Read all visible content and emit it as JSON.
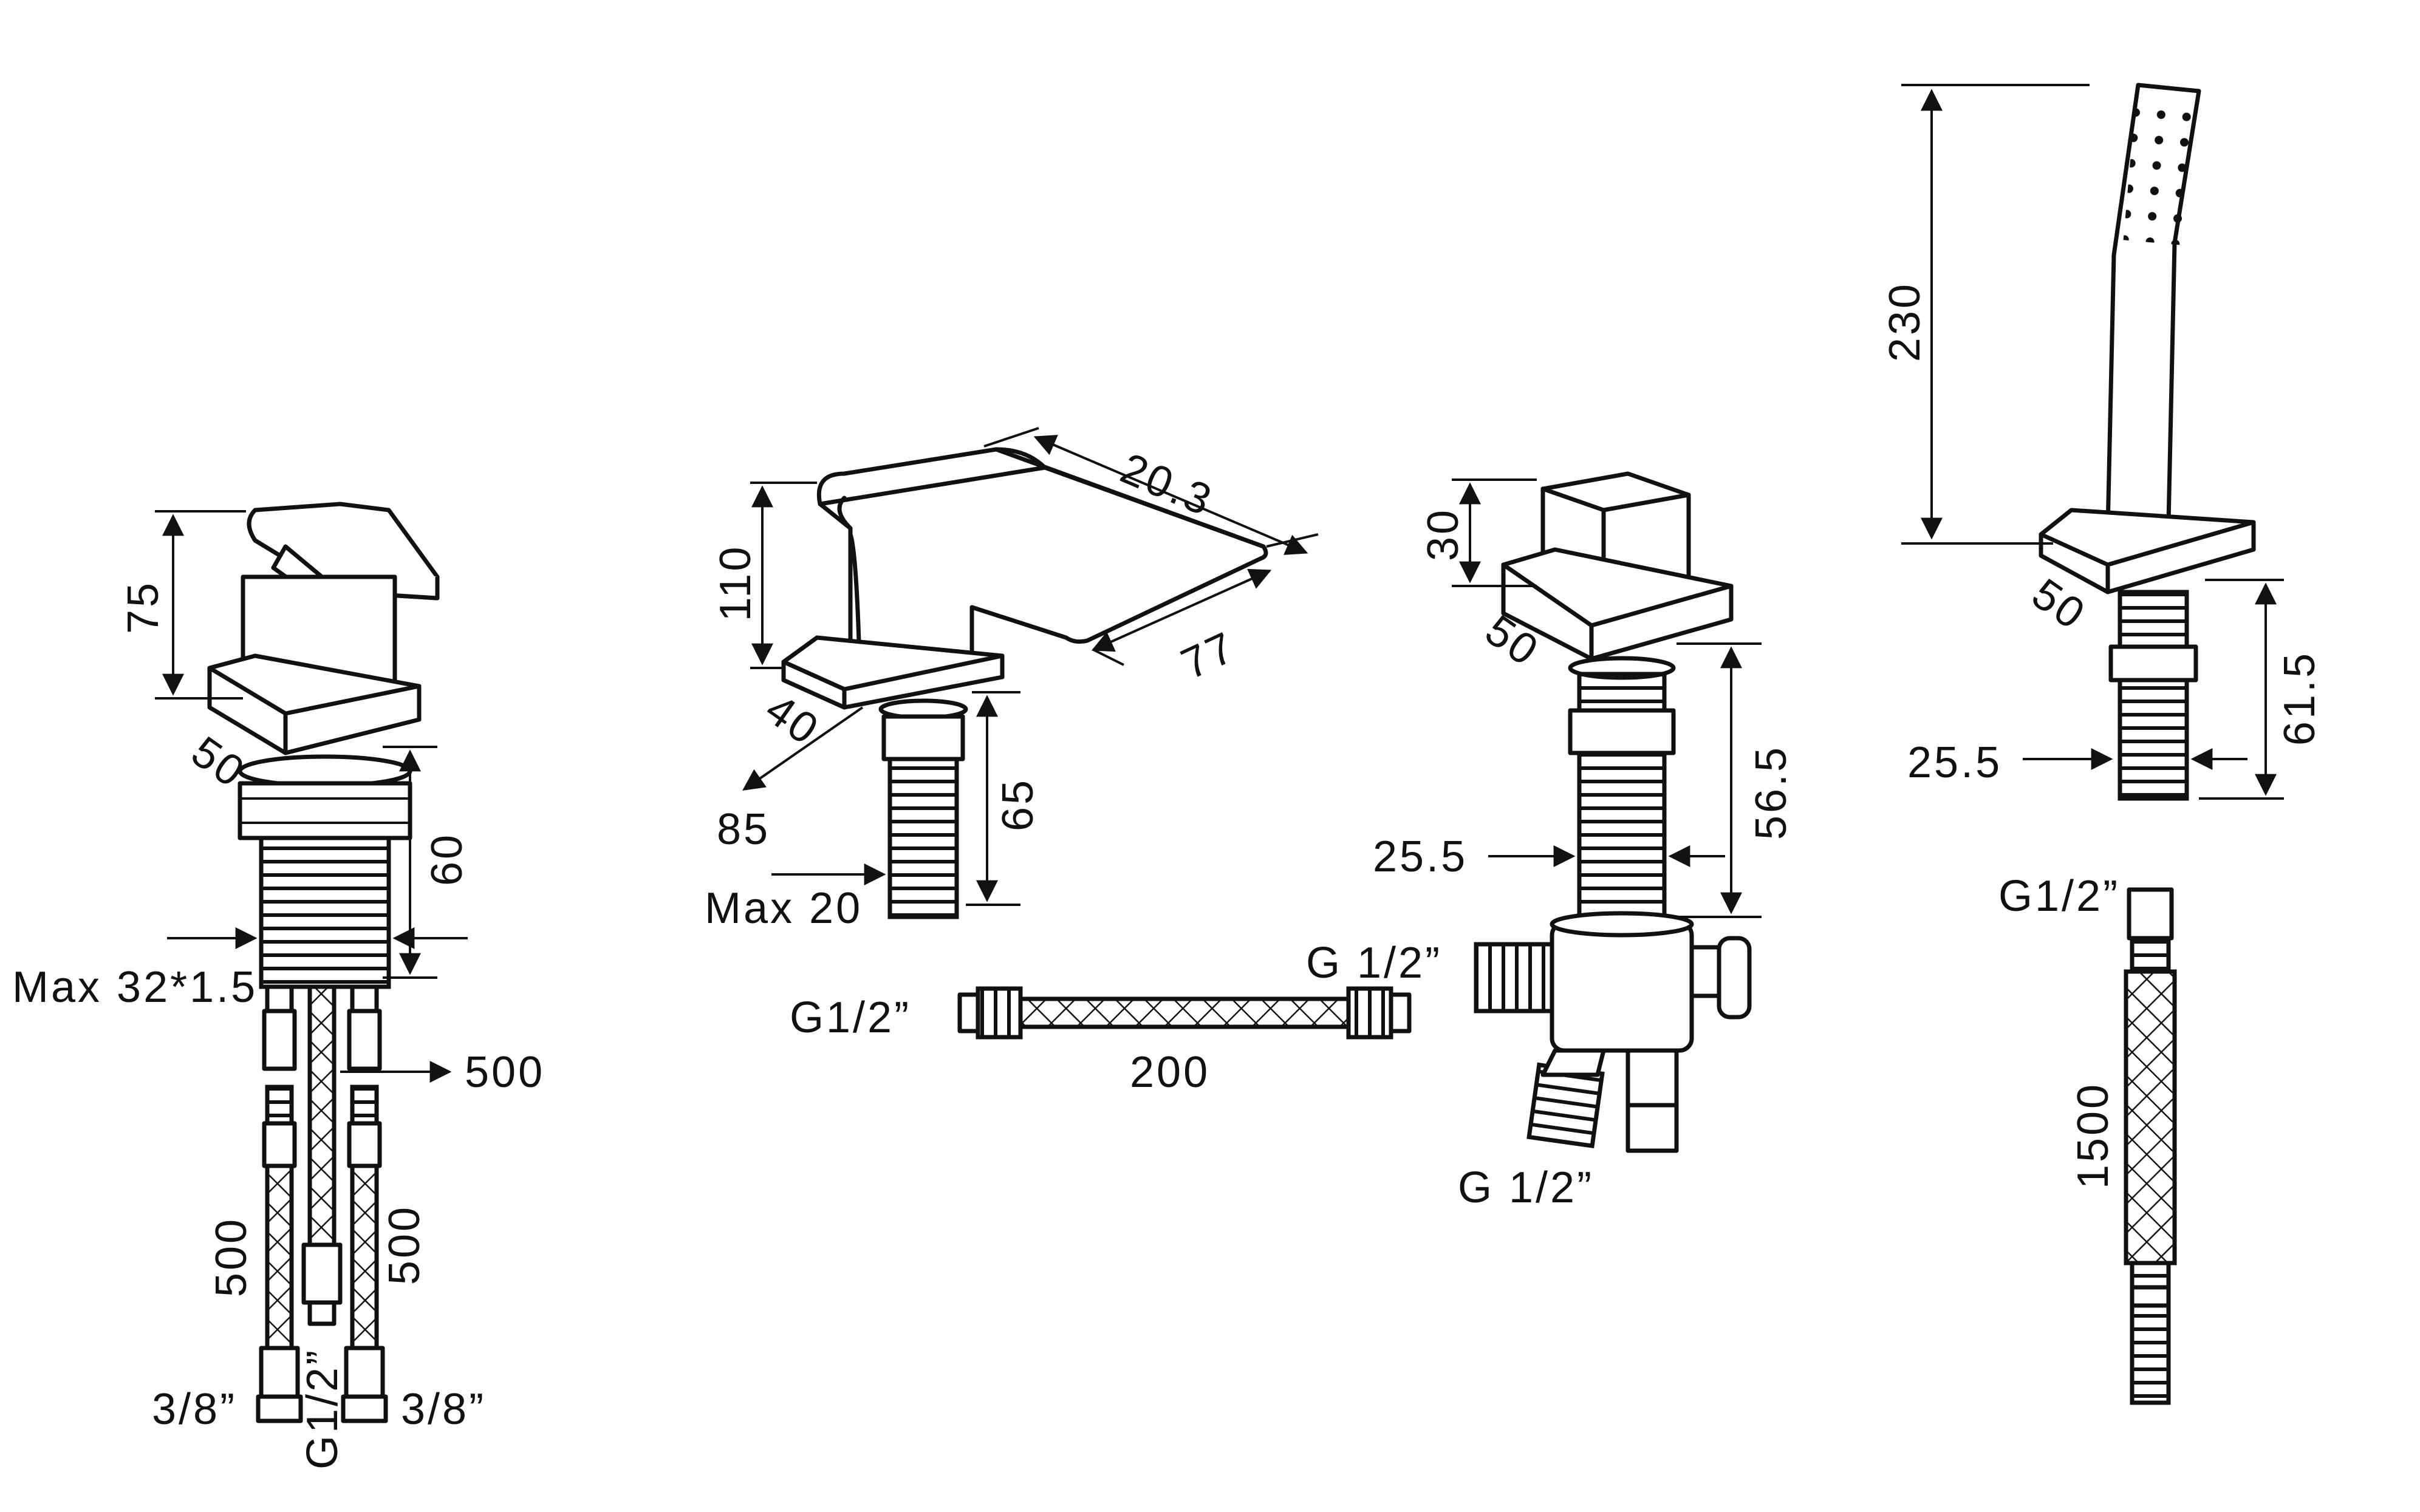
{
  "labels": {
    "mixer_height": "75",
    "mixer_base": "50",
    "mixer_thread_len": "60",
    "mixer_max": "Max 32*1.5",
    "mixer_hose_side": "500",
    "mixer_hose_left": "500",
    "mixer_hose_right": "500",
    "mixer_conn_left": "3/8”",
    "mixer_conn_mid": "G1/2”",
    "mixer_conn_right": "3/8”",
    "spout_height": "110",
    "spout_length": "20.3",
    "spout_reach": "77",
    "spout_base": "40",
    "spout_depth": "85",
    "spout_thread": "65",
    "spout_max": "Max 20",
    "link_left": "G1/2”",
    "link_right": "G 1/2”",
    "link_length": "200",
    "diverter_cap": "30",
    "diverter_base": "50",
    "diverter_thread": "56.5",
    "diverter_dia": "25.5",
    "diverter_outlet": "G 1/2”",
    "handset_height": "230",
    "handset_base": "50",
    "handset_dia": "25.5",
    "handset_thread": "61.5",
    "shower_hose_conn": "G1/2”",
    "shower_hose_len": "1500"
  },
  "icons": {
    "mixer": "deck-mixer-icon",
    "spout": "waterfall-spout-icon",
    "diverter": "diverter-valve-icon",
    "handset": "hand-shower-icon",
    "hose": "braided-hose-icon"
  }
}
